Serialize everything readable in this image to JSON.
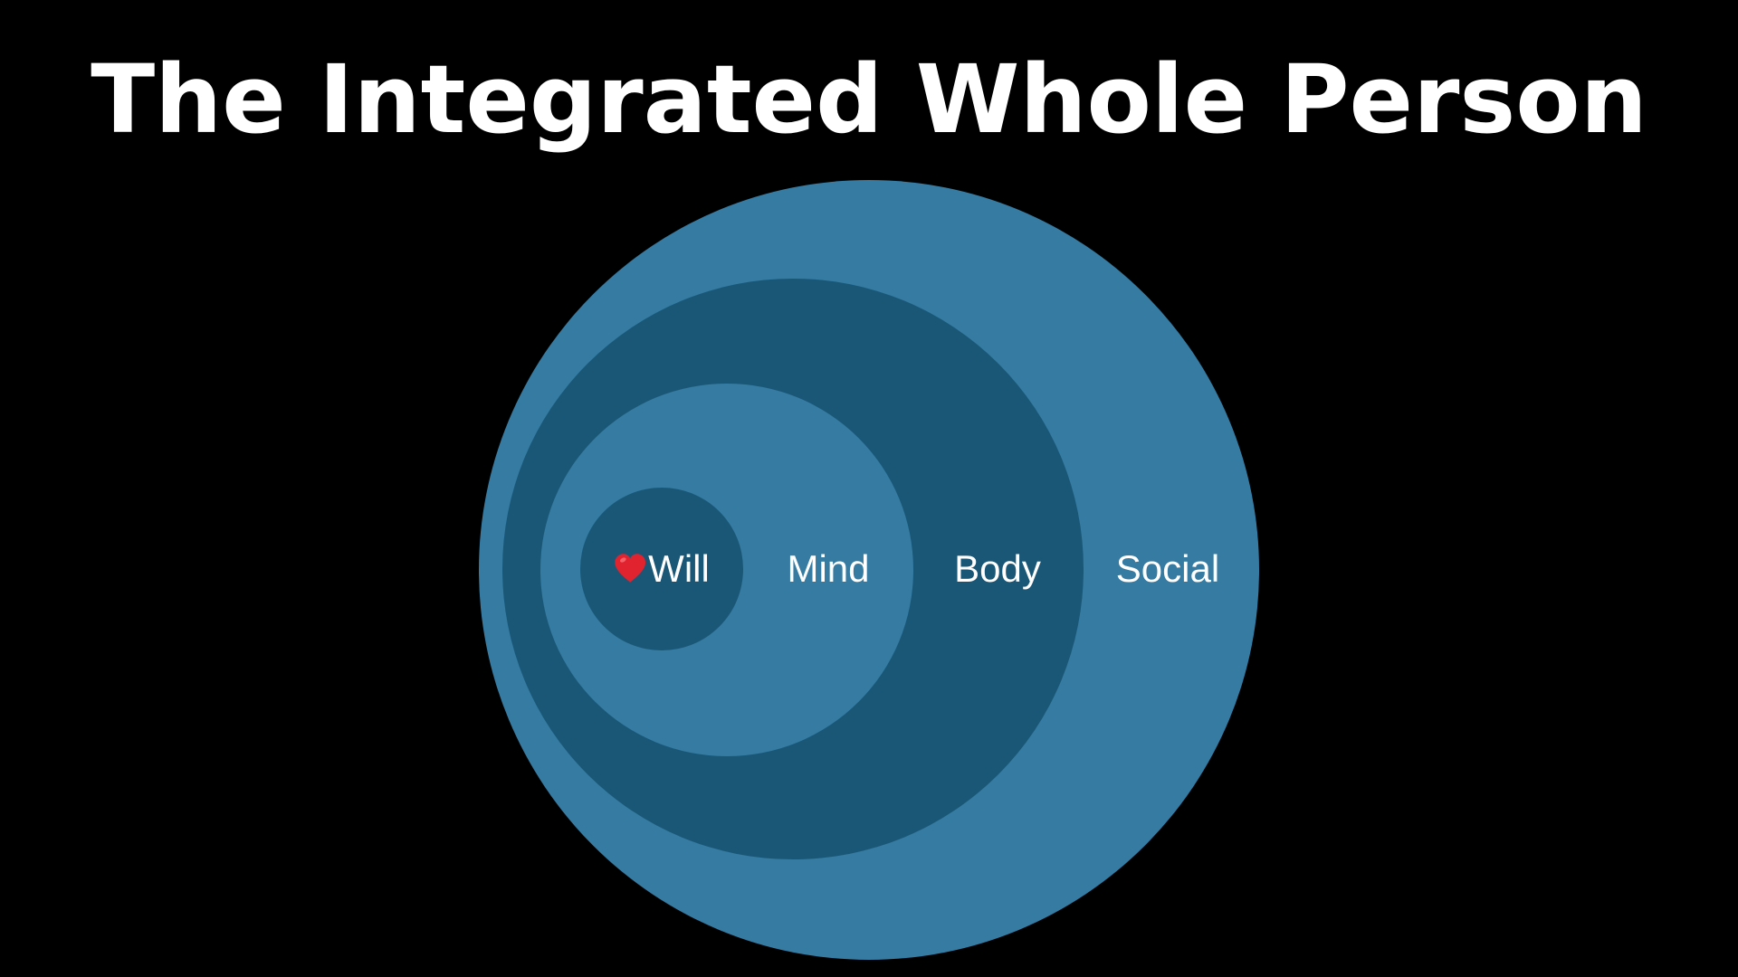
{
  "title": "The Integrated Whole Person",
  "colors": {
    "background": "#000000",
    "light_blue": "#357ba2",
    "dark_blue": "#1a5777",
    "heart": "#e0232e",
    "text": "#ffffff"
  },
  "rings": [
    {
      "label": "Will",
      "icon": "heart-icon",
      "color": "#1a5777"
    },
    {
      "label": "Mind",
      "color": "#357ba2"
    },
    {
      "label": "Body",
      "color": "#1a5777"
    },
    {
      "label": "Social",
      "color": "#357ba2"
    }
  ]
}
